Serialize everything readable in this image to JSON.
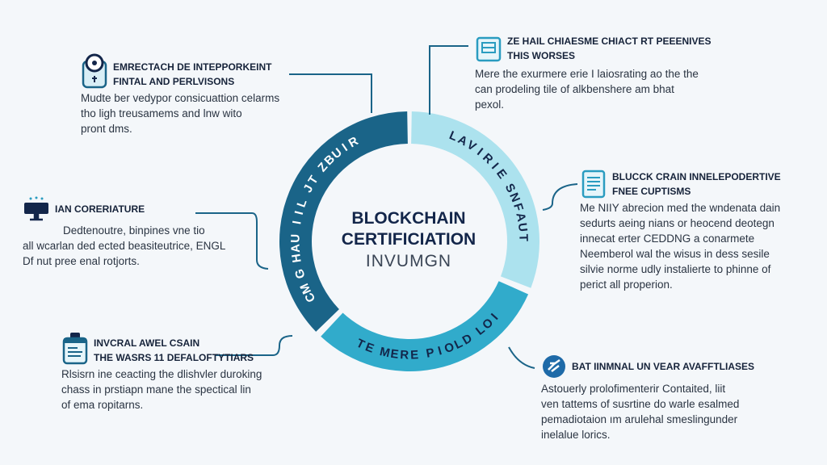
{
  "center": {
    "line1": "BLOCKCHAIN",
    "line2": "CERTIFICIATION",
    "line3": "INVUMGN"
  },
  "ring": {
    "segments": [
      {
        "label": "CM G HAU IIL JT ZBUIR",
        "color": "#1a6488"
      },
      {
        "label": "LAVIRIE SNFAUT",
        "color": "#ace2ee"
      },
      {
        "label": "TE MERE PIOLD LOI",
        "color": "#31abcb"
      }
    ]
  },
  "blocks": [
    {
      "icon": "lock-icon",
      "title": [
        "EMRECTACH DE INTEPPORKEINT",
        "FINTAL AND PERLVISONS"
      ],
      "body": [
        "Mudte ber vedypor consicuattion celarms",
        "tho ligh treusamems and lnw wito",
        "pront dms."
      ]
    },
    {
      "icon": "document-icon",
      "title": [
        "ZE HAIL CHIAESME CHIACT RT PEEENIVES",
        "THIS WORSES"
      ],
      "body": [
        "Mere the exurmere erie I laiosrating ao the the",
        "can prodeling tile of alkbenshere am bhat",
        "pexol."
      ]
    },
    {
      "icon": "monitor-icon",
      "title": [
        "IAN CORERIATURE"
      ],
      "body": [
        "Dedtenoutre, binpines vne tio",
        "all wcarlan ded ected beasiteutrice, ENGL",
        "Df nut pree enal rotjorts."
      ]
    },
    {
      "icon": "clipboard-icon",
      "title": [
        "BLUCCK CRAIN INNELEPODERTIVE",
        "FNEE CUPTISMS"
      ],
      "body": [
        "Me NIIY abrecion med the wndenata dain",
        "sedurts aeing nians or heocend deotegn",
        "innecat erter CEDDNG a conarmete",
        "Neemberol wal the wisus in dess sesile",
        "silvie norme udly instalierte to phinne of",
        "perict all properion."
      ]
    },
    {
      "icon": "briefcase-icon",
      "title": [
        "INVCRAL AWEL CSAIN",
        "THE WASRS 11 DEFALOFTYTIARS"
      ],
      "body": [
        "Rlsisrn ine ceacting the dlishvler duroking",
        "chass in prstiapn mane the spectical lin",
        "of ema ropitarns."
      ]
    },
    {
      "icon": "badge-icon",
      "title": [
        "BAT IINMNAL UN VEAR AVAFFTLIASES"
      ],
      "body": [
        "Astouerly prolofimenterir Contaited, liit",
        "ven tattems of susrtine do warle esalmed",
        "pemadiotaion ım arulehal smeslingunder",
        "inelalue lorics."
      ]
    }
  ]
}
